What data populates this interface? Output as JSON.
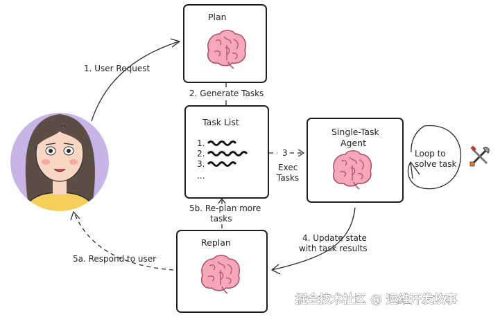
{
  "nodes": {
    "plan": {
      "title": "Plan"
    },
    "task_list": {
      "title": "Task List",
      "items": [
        "1.",
        "2.",
        "3.",
        "..."
      ]
    },
    "agent": {
      "title_line1": "Single-Task",
      "title_line2": "Agent"
    },
    "loop": {
      "line1": "Loop to",
      "line2": "solve task"
    },
    "replan": {
      "title": "Replan"
    }
  },
  "edges": {
    "user_request": "1. User Request",
    "generate_tasks": "2. Generate Tasks",
    "exec_number": "3",
    "exec_line1": "Exec",
    "exec_line2": "Tasks",
    "update_line1": "4. Update state",
    "update_line2": "with task results",
    "replan_line1": "5b. Re-plan more",
    "replan_line2": "tasks",
    "respond": "5a. Respond to user"
  },
  "watermark": "掘金技术社区 @ 运维开发故事",
  "colors": {
    "avatar_bg": "#c8b4e6",
    "hair": "#5c4d45",
    "skin": "#f7d6c4",
    "shirt": "#f5cf5a",
    "brain": "#f4a8b8",
    "brain_line": "#b05070"
  }
}
